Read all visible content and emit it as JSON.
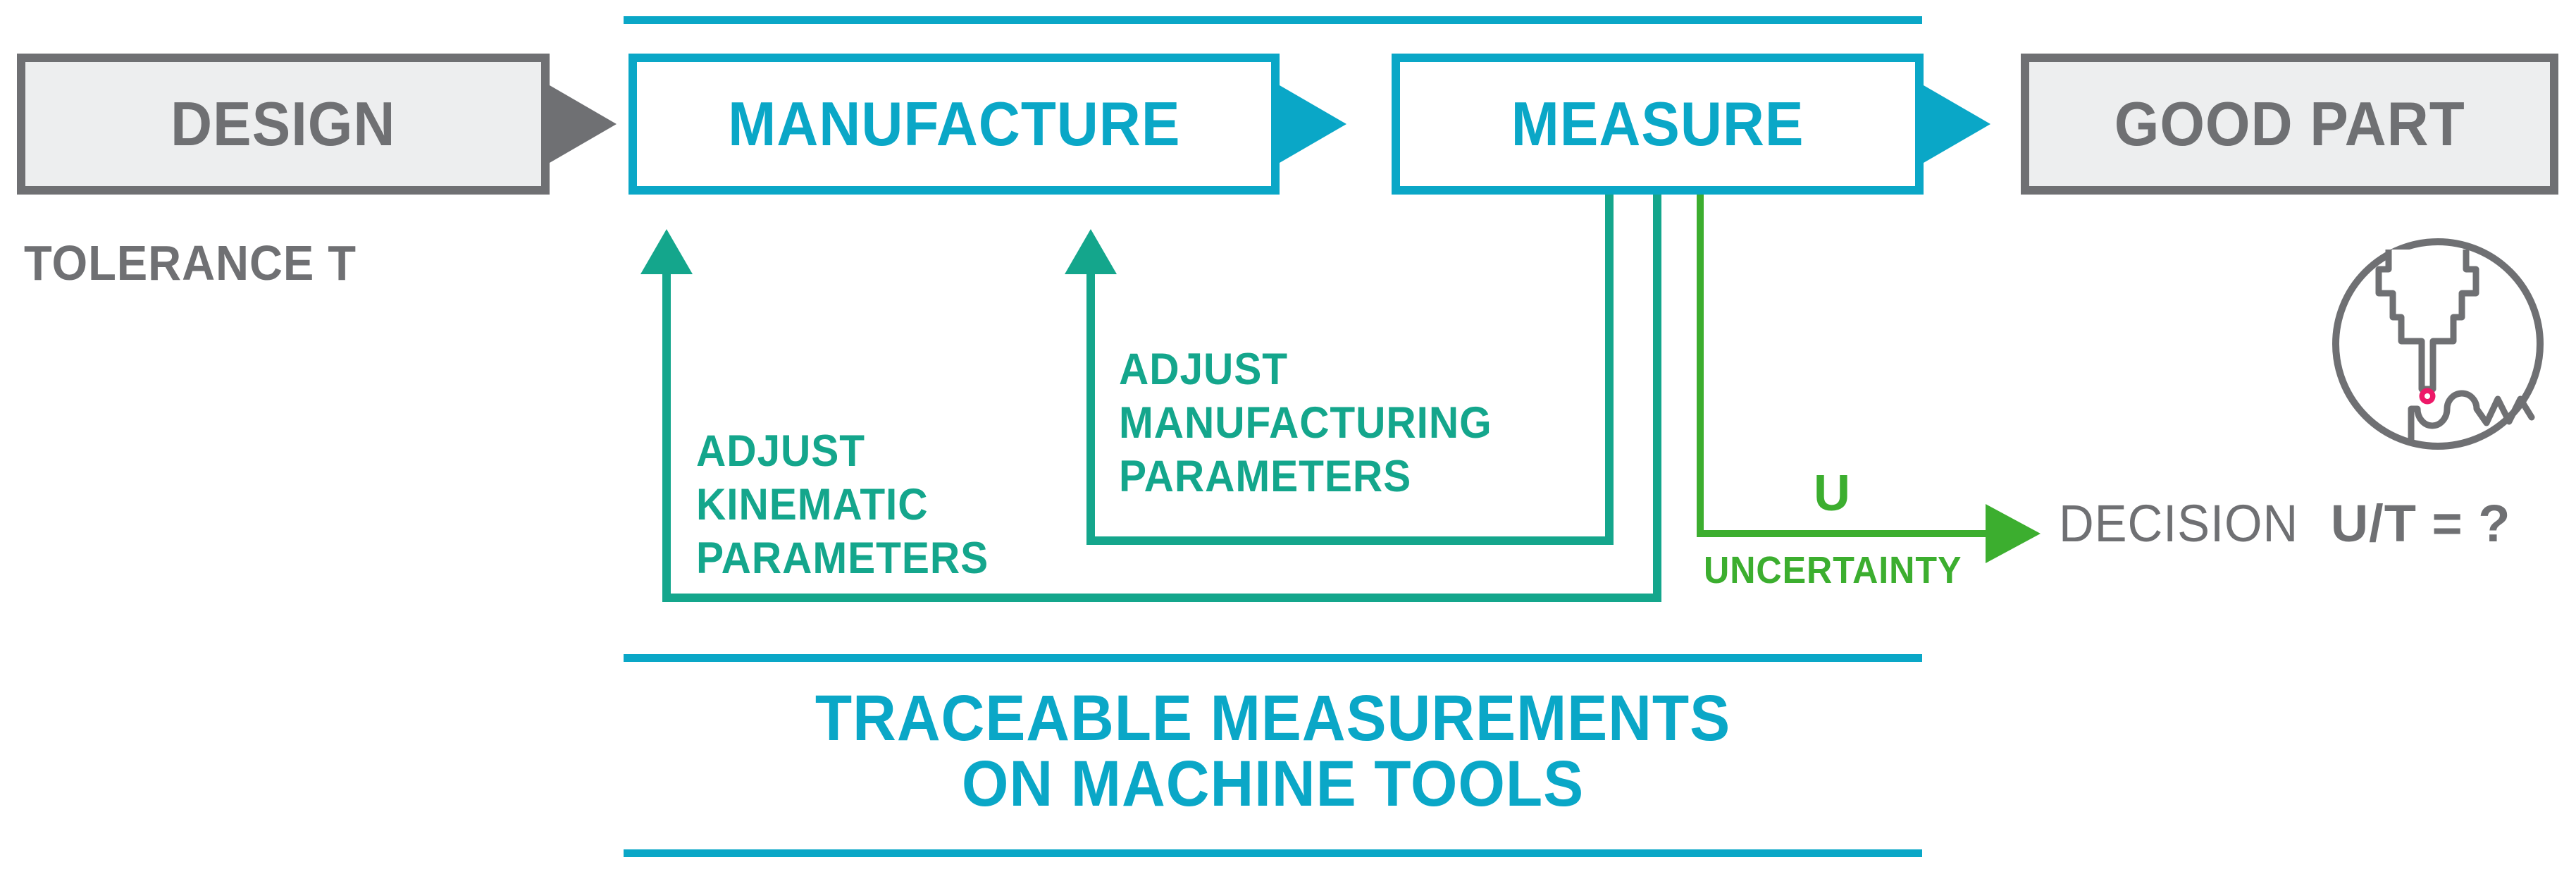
{
  "colors": {
    "cyan": "#0AA7C7",
    "teal": "#14A68C",
    "green": "#3CAE2F",
    "gray": "#6F7073",
    "gray_fill": "#EDEEEF",
    "magenta": "#ED1968"
  },
  "flow": {
    "design": {
      "label": "DESIGN"
    },
    "manufacture": {
      "label": "MANUFACTURE"
    },
    "measure": {
      "label": "MEASURE"
    },
    "good_part": {
      "label": "GOOD PART"
    },
    "tolerance_label": "TOLERANCE T"
  },
  "feedback": {
    "kinematic": {
      "lines": [
        "ADJUST",
        "KINEMATIC",
        "PARAMETERS"
      ]
    },
    "manufacturing": {
      "lines": [
        "ADJUST",
        "MANUFACTURING",
        "PARAMETERS"
      ]
    }
  },
  "uncertainty": {
    "u_label": "U",
    "label": "UNCERTAINTY",
    "decision_prefix": "DECISION",
    "decision_value": "U/T = ?"
  },
  "footer": {
    "title_line1": "TRACEABLE MEASUREMENTS",
    "title_line2": "ON MACHINE TOOLS"
  },
  "icon": {
    "name": "machine-tool-probe-icon"
  }
}
